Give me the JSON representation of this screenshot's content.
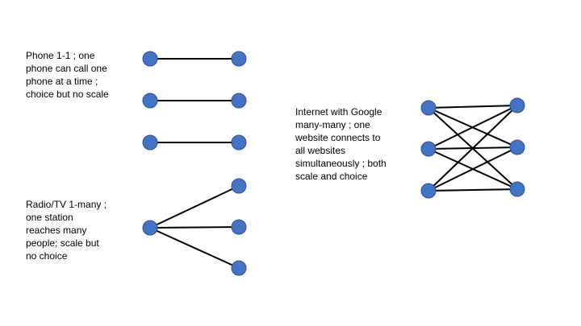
{
  "captions": {
    "phone": "Phone 1-1 ; one\nphone can call one\nphone at a time ;\nchoice but no scale",
    "radio": "Radio/TV 1-many ;\none station\nreaches many\npeople; scale but\nno choice",
    "internet": "Internet with Google\nmany-many ; one\nwebsite connects to\nall websites\nsimultaneously ; both\nscale and choice"
  },
  "colors": {
    "node_fill": "#4472C4",
    "node_stroke": "#2F528F",
    "edge": "#000000"
  }
}
